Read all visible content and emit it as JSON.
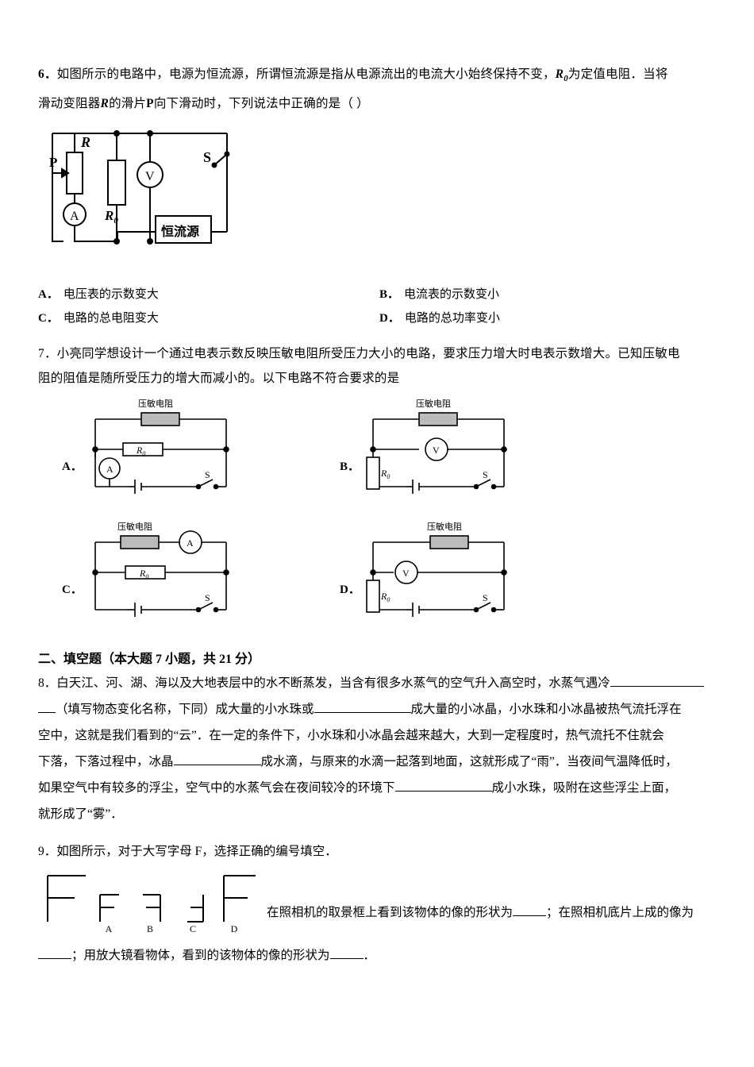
{
  "q6": {
    "number": "6．",
    "text_line1": "如图所示的电路中，电源为恒流源，所谓恒流源是指从电源流出的电流大小始终保持不变，",
    "text_r0": "R",
    "text_r0_sub": "0",
    "text_line1b": "为定值电阻．当将",
    "text_line2a": "滑动变阻器",
    "text_r": "R",
    "text_line2b": "的滑片",
    "text_p": "P",
    "text_line2c": "向下滑动时，下列说法中正确的是（  ）",
    "circuit_labels": {
      "p": "P",
      "r": "R",
      "v": "V",
      "a": "A",
      "r0": "R",
      "r0_sub": "0",
      "s": "S",
      "source": "恒流源"
    },
    "options": [
      {
        "letter": "A．",
        "text": "电压表的示数变大"
      },
      {
        "letter": "B．",
        "text": "电流表的示数变小"
      },
      {
        "letter": "C．",
        "text": "电路的总电阻变大"
      },
      {
        "letter": "D．",
        "text": "电路的总功率变小"
      }
    ]
  },
  "q7": {
    "number": "7．",
    "text_line1": "小亮同学想设计一个通过电表示数反映压敏电阻所受压力大小的电路，要求压力增大时电表示数增大。已知压敏电",
    "text_line2": "阻的阻值是随所受压力的增大而减小的。以下电路不符合要求的是",
    "choices": [
      {
        "letter": "A．",
        "sensor_label": "压敏电阻",
        "meter": "A",
        "r0": "R",
        "r0_sub": "0",
        "switch": "S"
      },
      {
        "letter": "B．",
        "sensor_label": "压敏电阻",
        "meter": "V",
        "r0": "R",
        "r0_sub": "0",
        "switch": "S"
      },
      {
        "letter": "C．",
        "sensor_label": "压敏电阻",
        "meter": "A",
        "r0": "R",
        "r0_sub": "0",
        "switch": "S"
      },
      {
        "letter": "D．",
        "sensor_label": "压敏电阻",
        "meter": "V",
        "r0": "R",
        "r0_sub": "0",
        "switch": "S"
      }
    ]
  },
  "section2": {
    "title": "二、填空题（本大题 7 小题，共 21 分）"
  },
  "q8": {
    "number": "8．",
    "p1": "白天江、河、湖、海以及大地表层中的水不断蒸发，当含有很多水蒸气的空气升入高空时，水蒸气遇冷",
    "p2a": "（填写物态变化名称，下同）成大量的小水珠或",
    "p2b": "成大量的小冰晶，小水珠和小冰晶被热气流托浮在",
    "p3": "空中，这就是我们看到的“云”．在一定的条件下，小水珠和小冰晶会越来越大，大到一定程度时，热气流托不住就会",
    "p4a": "下落，下落过程中，冰晶",
    "p4b": "成水滴，与原来的水滴一起落到地面，这就形成了“雨”．当夜间气温降低时，",
    "p5a": "如果空气中有较多的浮尘，空气中的水蒸气会在夜间较冷的环境下",
    "p5b": "成小水珠，吸附在这些浮尘上面，",
    "p6": "就形成了“雾”．"
  },
  "q9": {
    "number": "9．",
    "text": "如图所示，对于大写字母 F，选择正确的编号填空．",
    "fig_labels": [
      "A",
      "B",
      "C",
      "D"
    ],
    "after_fig_a": "在照相机的取景框上看到该物体的像的形状为",
    "after_fig_b": "；在照相机底片上成的像为",
    "tail_a": "；用放大镜看物体，看到的该物体的像的形状为",
    "tail_b": "．"
  }
}
